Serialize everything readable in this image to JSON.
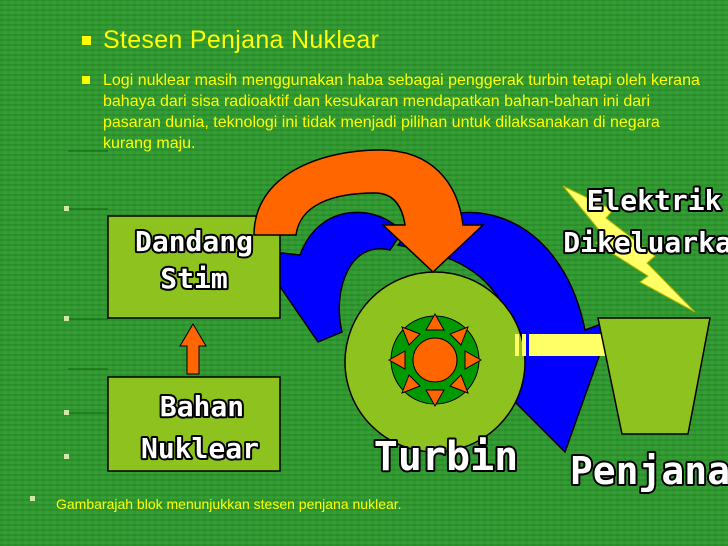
{
  "slide": {
    "heading": "Stesen Penjana Nuklear",
    "body": "Logi nuklear masih menggunakan haba sebagai penggerak turbin tetapi oleh kerana bahaya dari sisa radioaktif dan kesukaran mendapatkan bahan-bahan ini dari pasaran dunia, teknologi ini tidak menjadi pilihan untuk dilaksanakan di negara kurang maju.",
    "caption": "Gambarajah blok menunjukkan stesen penjana nuklear."
  },
  "diagram": {
    "boiler": {
      "line1": "Dandang",
      "line2": "Stim"
    },
    "fuel": {
      "line1": "Bahan",
      "line2": "Nuklear"
    },
    "turbine": "Turbin",
    "generator": "Penjana",
    "output": {
      "line1": "Elektrik",
      "line2": "Dikeluarkan"
    }
  },
  "colors": {
    "background": "#2e9a2e",
    "text": "#ffff00",
    "box_fill": "#8ec31f",
    "orange_arrow": "#ff6600",
    "blue_arrow": "#0000ff",
    "bolt": "#ffff66"
  }
}
